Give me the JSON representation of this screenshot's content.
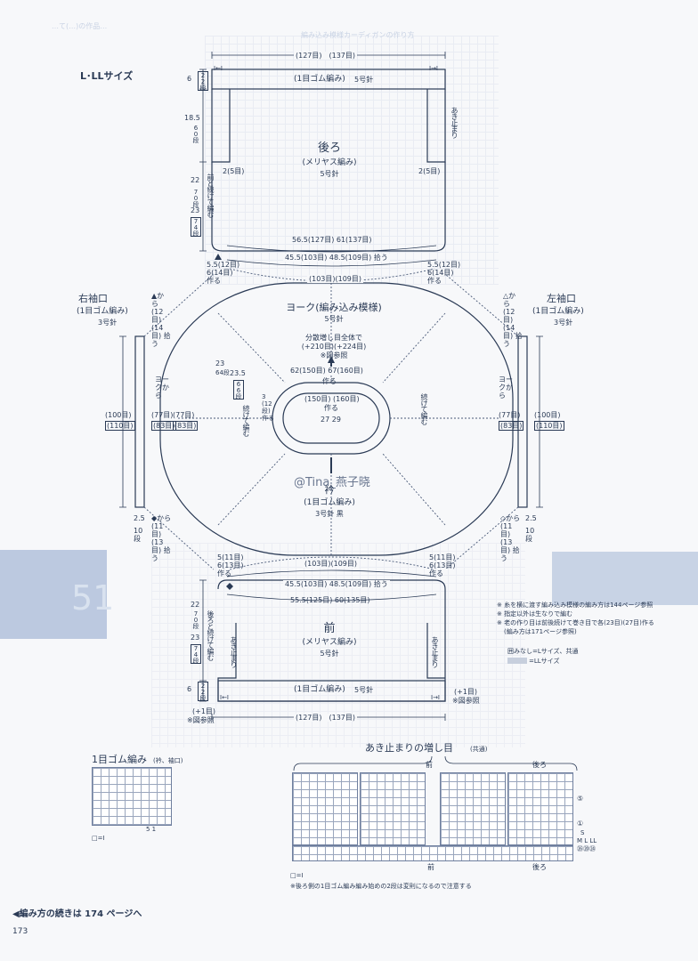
{
  "header": {
    "left": "…て(…)の作品…",
    "center": "編み込み模様カーディガンの作り方"
  },
  "size_title": "L･LLサイズ",
  "back": {
    "top_width": "(127目)　(137目)",
    "rib_label": "(1目ゴム編み)",
    "rib_needle": "5号針",
    "title": "後ろ",
    "stitch": "(メリヤス編み)",
    "needle": "5号針",
    "left_increase": "2(5目)",
    "right_increase": "2(5目)",
    "slit": "あき止まり",
    "side_note": "前と続けて編む",
    "h_rib": "6",
    "h_rib_rows": "22段",
    "h_mid": "18.5",
    "h_mid_rows": "60段",
    "h_low": "22",
    "h_low_rows": "70段",
    "h_low2": "23",
    "h_low2_rows": "74段",
    "bottom_width": "56.5(127目) 61(137目)",
    "pickup_width": "45.5(103目) 48.5(109目) 拾う",
    "left_corner": "5.5(12目) 6(14目) 作る",
    "right_corner": "5.5(12目) 6(14目) 作る",
    "corner_tag_left": "Ⅰ←Ⅰ",
    "corner_tag_right": "Ⅰ→Ⅰ"
  },
  "yoke": {
    "title": "ヨーク(編み込み模様)",
    "needle": "5号針",
    "top_count": "(103目)(109目)",
    "increase_note1": "分散増し目全体で",
    "increase_note2": "(+210目)(+224目)",
    "increase_note3": "※図参照",
    "inner_count": "62(150目) 67(160目)",
    "inner_make": "作る",
    "side_depth1": "23",
    "side_depth1_rows": "64段",
    "side_depth2": "23.5",
    "side_depth2_rows": "66段",
    "collar_rows": "3 (12段) 作る",
    "collar_inner": "(150目) (160目)",
    "collar_inner2": "作る",
    "collar_size": "27  29",
    "continue_left": "続けて編む",
    "continue_right": "続けて編む",
    "bottom_count": "(103目)(109目)"
  },
  "collar": {
    "title": "衿",
    "stitch": "(1目ゴム編み)",
    "needle": "3号針 黒"
  },
  "sleeve_right": {
    "title": "右袖口",
    "stitch": "(1目ゴム編み)",
    "needle": "3号針",
    "top_pick": "▲から (12目) (14目) 拾う",
    "yoke_from": "ヨークから",
    "count_a": "(77目)",
    "count_b": "(83目)",
    "count_c": "(77目)",
    "count_d": "(83目)",
    "total1": "(100目)",
    "total2": "(110目)",
    "bottom_len": "2.5",
    "bottom_rows": "10段",
    "bottom_pick": "◆から (11目) (13目) 拾う"
  },
  "sleeve_left": {
    "title": "左袖口",
    "stitch": "(1目ゴム編み)",
    "needle": "3号針",
    "top_pick": "△から (12目) (14目) 拾う",
    "yoke_from": "ヨークから",
    "count_a": "(77目)",
    "count_b": "(83目)",
    "total1": "(100目)",
    "total2": "(110目)",
    "bottom_len": "2.5",
    "bottom_rows": "10段",
    "bottom_pick": "◇から (11目) (13目) 拾う"
  },
  "front": {
    "top_left": "5(11目) 6(13目) 作る",
    "top_right": "5(11目) 6(13目) 作る",
    "pickup": "45.5(103目) 48.5(109目) 拾う",
    "width": "55.5(125目) 60(135目)",
    "title": "前",
    "stitch": "(メリヤス編み)",
    "needle": "5号針",
    "slit_left": "あき止まり",
    "slit_right": "あき止まり",
    "side_note": "後ろと続けて編む",
    "h_low": "22",
    "h_low_rows": "70段",
    "h_low2": "23",
    "h_low2_rows": "74段",
    "h_rib": "6",
    "h_rib_rows": "22段",
    "rib_label": "(1目ゴム編み)",
    "rib_needle": "5号針",
    "plus_left": "(+1目)",
    "plus_left_note": "※図参照",
    "plus_right": "(+1目)",
    "plus_right_note": "※図参照",
    "bottom_width": "(127目)　(137目)",
    "tag_left": "Ⅰ←Ⅰ",
    "tag_right": "Ⅰ→Ⅰ"
  },
  "notes": {
    "n1": "※ 糸を横に渡す編み込み模様の編み方は144ページ参照",
    "n2": "※ 指定以外は生なりで編む",
    "n3": "※ 老の作り目は前後続けて巻き目で各(23目)(27目)作る",
    "n4": "(編み方は171ページ参照)",
    "legend1": "囲みなし=Lサイズ、共通",
    "legend2": "=LLサイズ"
  },
  "rib_chart": {
    "title": "1目ゴム編み",
    "sub": "(衿、袖口)",
    "col_nums": "5  1",
    "legend": "□=Ⅰ"
  },
  "slit_chart": {
    "title": "あき止まりの増し目",
    "sub": "(共通)",
    "label_front_top": "前",
    "label_back_top": "後ろ",
    "label_front_bottom": "前",
    "label_back_bottom": "後ろ",
    "mark5": "⑤",
    "mark1": "①",
    "sizes": "S",
    "sizes2": "M  L  LL",
    "sizes3": "㉖⑳㉔",
    "legend": "□=Ⅰ",
    "footnote": "※後ろ側の1目ゴム編み編み始めの2段は変則になるので注意する"
  },
  "continued": "◀編み方の続きは 174 ページへ",
  "page_number": "173",
  "watermark": "@Tina_燕子晓",
  "right_panel_number": "51"
}
